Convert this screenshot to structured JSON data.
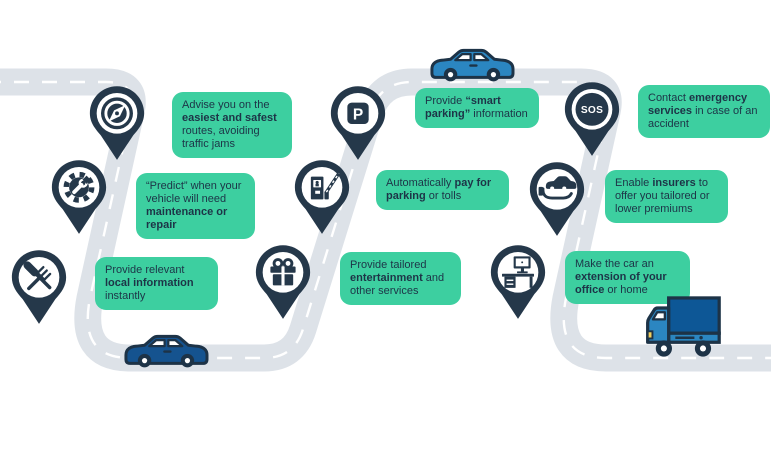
{
  "colors": {
    "pin_navy": "#25384a",
    "bubble_green": "#3dcfa0",
    "text_navy": "#1d3447",
    "road_gray": "#dde2e8",
    "road_dash_white": "#ffffff",
    "car_dark_blue": "#15538f",
    "car_light_blue": "#2b86c1",
    "truck_cargo_blue": "#0d5796",
    "headlight_yellow": "#f2cf5e"
  },
  "features": [
    {
      "icon": "compass-icon",
      "text": [
        {
          "t": "Advise you on the ",
          "b": false
        },
        {
          "t": "easiest and safest",
          "b": true
        },
        {
          "t": " routes, avoiding traffic jams",
          "b": false
        }
      ]
    },
    {
      "icon": "gear-wrench-icon",
      "text": [
        {
          "t": "“Predict” when your vehicle will need ",
          "b": false
        },
        {
          "t": "maintenance or repair",
          "b": true
        }
      ]
    },
    {
      "icon": "fork-knife-icon",
      "text": [
        {
          "t": "Provide relevant ",
          "b": false
        },
        {
          "t": "local information",
          "b": true
        },
        {
          "t": " instantly",
          "b": false
        }
      ]
    },
    {
      "icon": "parking-icon",
      "glyph": "P",
      "text": [
        {
          "t": "Provide ",
          "b": false
        },
        {
          "t": "“smart parking”",
          "b": true
        },
        {
          "t": " information",
          "b": false
        }
      ]
    },
    {
      "icon": "toll-booth-icon",
      "text": [
        {
          "t": "Automatically ",
          "b": false
        },
        {
          "t": "pay for parking",
          "b": true
        },
        {
          "t": " or tolls",
          "b": false
        }
      ]
    },
    {
      "icon": "gift-icon",
      "text": [
        {
          "t": "Provide tailored ",
          "b": false
        },
        {
          "t": "entertainment",
          "b": true
        },
        {
          "t": " and other services",
          "b": false
        }
      ]
    },
    {
      "icon": "sos-icon",
      "glyph": "SOS",
      "text": [
        {
          "t": "Contact ",
          "b": false
        },
        {
          "t": "emergency services",
          "b": true
        },
        {
          "t": " in case of an accident",
          "b": false
        }
      ]
    },
    {
      "icon": "hand-car-icon",
      "text": [
        {
          "t": "Enable ",
          "b": false
        },
        {
          "t": "insurers",
          "b": true
        },
        {
          "t": " to offer you tailored or lower premiums",
          "b": false
        }
      ]
    },
    {
      "icon": "desk-computer-icon",
      "text": [
        {
          "t": "Make the car an ",
          "b": false
        },
        {
          "t": "extension of your office",
          "b": true
        },
        {
          "t": " or home",
          "b": false
        }
      ]
    }
  ],
  "vehicles": [
    {
      "name": "sedan-car-top",
      "color": "light-blue"
    },
    {
      "name": "sedan-car-bottom",
      "color": "dark-blue"
    },
    {
      "name": "delivery-truck",
      "color": "blue"
    }
  ]
}
